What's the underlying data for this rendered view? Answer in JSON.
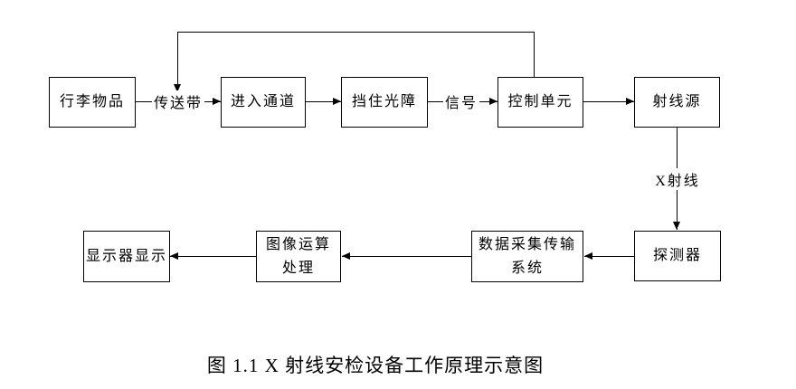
{
  "diagram": {
    "boxes": {
      "luggage": "行李物品",
      "channel": "进入通道",
      "barrier": "挡住光障",
      "control": "控制单元",
      "source": "射线源",
      "detector": "探测器",
      "daq": "数据采集传输\n系统",
      "image": "图像运算\n处理",
      "display": "显示器显示"
    },
    "edge_labels": {
      "conveyor": "传送带",
      "signal": "信号",
      "xray": "X射线"
    },
    "caption": "图 1.1 X 射线安检设备工作原理示意图",
    "colors": {
      "line": "#000000",
      "background": "#ffffff"
    }
  }
}
